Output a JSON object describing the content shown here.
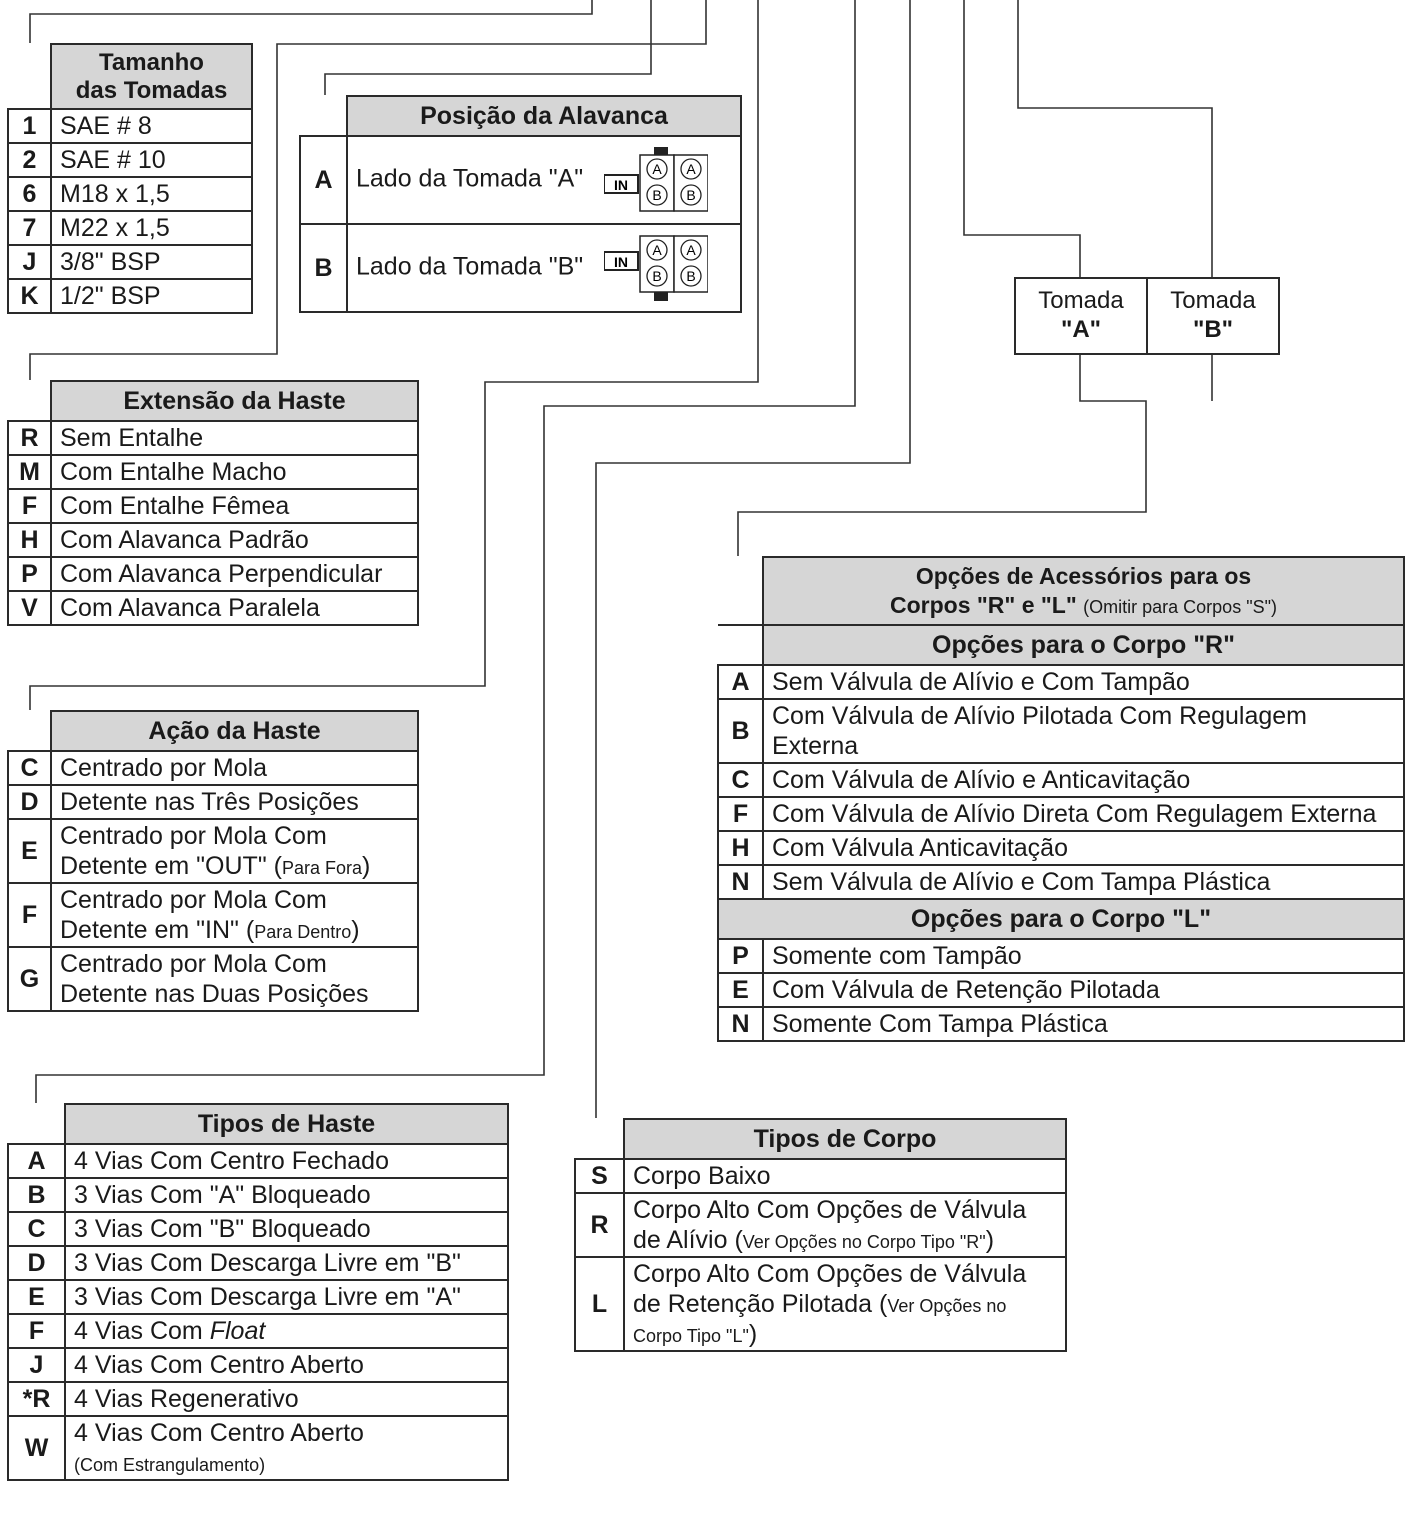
{
  "tamanho": {
    "header_line1": "Tamanho",
    "header_line2": "das Tomadas",
    "rows": [
      {
        "code": "1",
        "desc": "SAE # 8"
      },
      {
        "code": "2",
        "desc": "SAE # 10"
      },
      {
        "code": "6",
        "desc": "M18 x 1,5"
      },
      {
        "code": "7",
        "desc": "M22 x 1,5"
      },
      {
        "code": "J",
        "desc": "3/8\" BSP"
      },
      {
        "code": "K",
        "desc": "1/2\" BSP"
      }
    ]
  },
  "posicao": {
    "header": "Posição da Alavanca",
    "rows": [
      {
        "code": "A",
        "desc": "Lado da Tomada \"A\""
      },
      {
        "code": "B",
        "desc": "Lado da Tomada \"B\""
      }
    ],
    "icon": {
      "in_label": "IN",
      "port_a": "A",
      "port_b": "B"
    }
  },
  "tomadas": {
    "a_line1": "Tomada",
    "a_line2": "\"A\"",
    "b_line1": "Tomada",
    "b_line2": "\"B\""
  },
  "extensao": {
    "header": "Extensão da Haste",
    "rows": [
      {
        "code": "R",
        "desc": "Sem Entalhe"
      },
      {
        "code": "M",
        "desc": "Com Entalhe Macho"
      },
      {
        "code": "F",
        "desc": "Com Entalhe Fêmea"
      },
      {
        "code": "H",
        "desc": "Com Alavanca Padrão"
      },
      {
        "code": "P",
        "desc": "Com Alavanca Perpendicular"
      },
      {
        "code": "V",
        "desc": "Com Alavanca Paralela"
      }
    ]
  },
  "acao": {
    "header": "Ação da Haste",
    "rows": [
      {
        "code": "C",
        "line1": "Centrado por Mola"
      },
      {
        "code": "D",
        "line1": "Detente nas Três Posições"
      },
      {
        "code": "E",
        "line1": "Centrado por Mola Com",
        "line2": "Detente em \"OUT\" (",
        "note": "Para Fora",
        "close": ")"
      },
      {
        "code": "F",
        "line1": "Centrado por Mola Com",
        "line2": "Detente em \"IN\" (",
        "note": "Para Dentro",
        "close": ")"
      },
      {
        "code": "G",
        "line1": "Centrado por Mola Com",
        "line2": "Detente nas Duas Posições"
      }
    ]
  },
  "tipos_haste": {
    "header": "Tipos de Haste",
    "rows": [
      {
        "code": "A",
        "desc": "4 Vias Com Centro Fechado"
      },
      {
        "code": "B",
        "desc": "3 Vias Com \"A\" Bloqueado"
      },
      {
        "code": "C",
        "desc": "3 Vias Com \"B\" Bloqueado"
      },
      {
        "code": "D",
        "desc": "3 Vias Com Descarga Livre em \"B\""
      },
      {
        "code": "E",
        "desc": "3 Vias Com Descarga Livre em \"A\""
      },
      {
        "code": "F",
        "desc": "4 Vias Com ",
        "italic": "Float"
      },
      {
        "code": "J",
        "desc": "4 Vias Com Centro Aberto"
      },
      {
        "code": "*R",
        "desc": "4 Vias Regenerativo"
      },
      {
        "code": "W",
        "desc": "4 Vias Com Centro Aberto",
        "note": "Com Estrangulamento"
      }
    ]
  },
  "tipos_corpo": {
    "header": "Tipos de Corpo",
    "rows": [
      {
        "code": "S",
        "line1": "Corpo Baixo"
      },
      {
        "code": "R",
        "line1": "Corpo Alto Com Opções de Válvula",
        "line2": "de Alívio (",
        "note": "Ver Opções no Corpo Tipo \"R\"",
        "close": ")"
      },
      {
        "code": "L",
        "line1": "Corpo Alto Com Opções de Válvula",
        "line2": "de Retenção Pilotada (",
        "note": "Ver Opções no",
        "line3": "Corpo Tipo \"L\"",
        "close": ")"
      }
    ]
  },
  "opcoes": {
    "header_line1": "Opções de Acessórios para os",
    "header_line2": "Corpos \"R\" e \"L\"",
    "header_note": "(Omitir para Corpos \"S\")",
    "sub_r": "Opções para o Corpo \"R\"",
    "rows_r": [
      {
        "code": "A",
        "desc": "Sem Válvula de Alívio e Com Tampão"
      },
      {
        "code": "B",
        "desc": "Com Válvula de Alívio Pilotada Com Regulagem Externa"
      },
      {
        "code": "C",
        "desc": "Com Válvula de Alívio e Anticavitação"
      },
      {
        "code": "F",
        "desc": "Com Válvula de Alívio Direta Com Regulagem Externa"
      },
      {
        "code": "H",
        "desc": "Com Válvula Anticavitação"
      },
      {
        "code": "N",
        "desc": "Sem Válvula de Alívio e Com Tampa Plástica"
      }
    ],
    "sub_l": "Opções para o Corpo \"L\"",
    "rows_l": [
      {
        "code": "P",
        "desc": "Somente com Tampão"
      },
      {
        "code": "E",
        "desc": "Com Válvula de Retenção Pilotada"
      },
      {
        "code": "N",
        "desc": "Somente Com Tampa Plástica"
      }
    ]
  }
}
